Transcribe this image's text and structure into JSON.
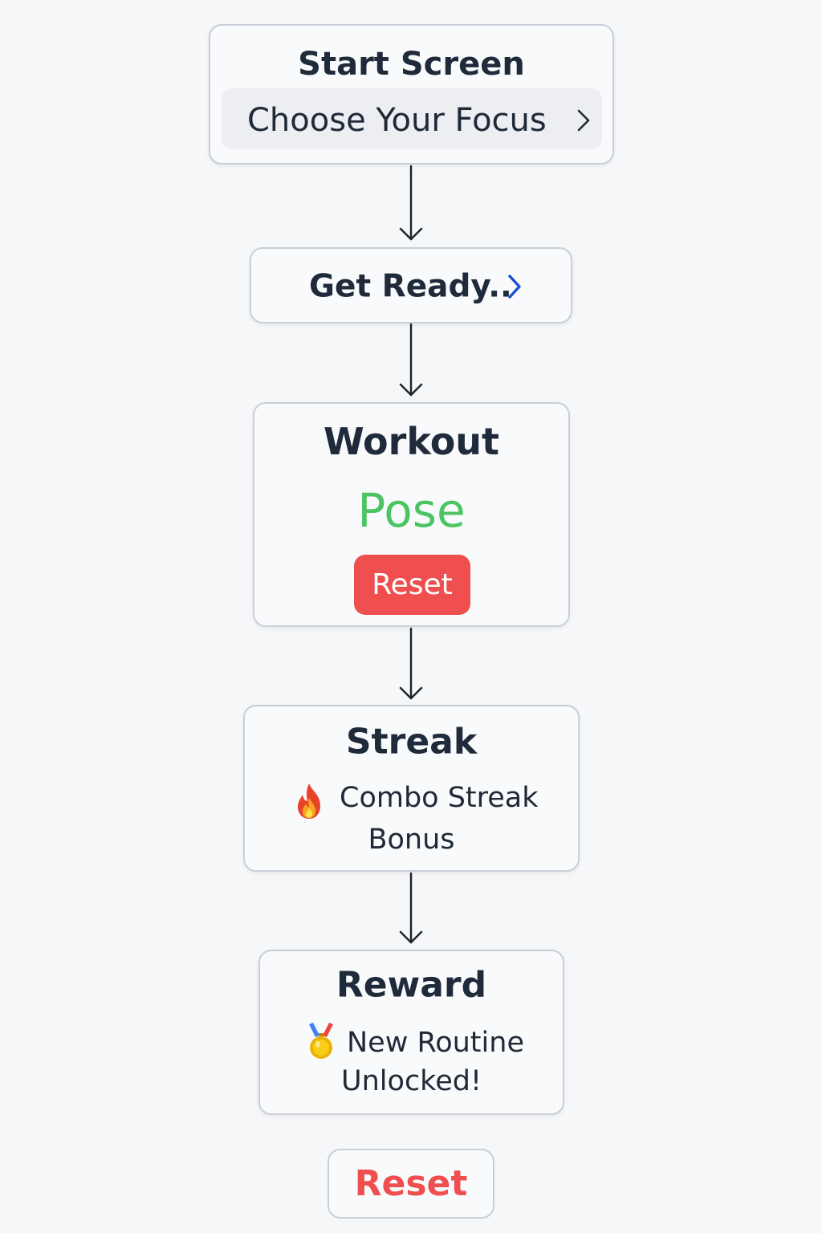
{
  "start_screen": {
    "title": "Start Screen",
    "focus_label": "Choose Your Focus"
  },
  "get_ready": {
    "label": "Get Ready.."
  },
  "workout": {
    "title": "Workout",
    "pose_label": "Pose",
    "reset_label": "Reset"
  },
  "streak": {
    "title": "Streak",
    "text_line1": "Combo Streak",
    "text_line2": "Bonus",
    "icon": "fire-icon"
  },
  "reward": {
    "title": "Reward",
    "text_line1": "New Routine",
    "text_line2": "Unlocked!",
    "icon": "medal-icon"
  },
  "footer": {
    "reset_label": "Reset"
  },
  "colors": {
    "title_text": "#1f2a3a",
    "pose_green": "#4cc463",
    "reset_red": "#ef4f4f",
    "chevron_blue": "#1d4ed8",
    "card_border": "#c9ced8",
    "background": "#f6f7f8"
  }
}
